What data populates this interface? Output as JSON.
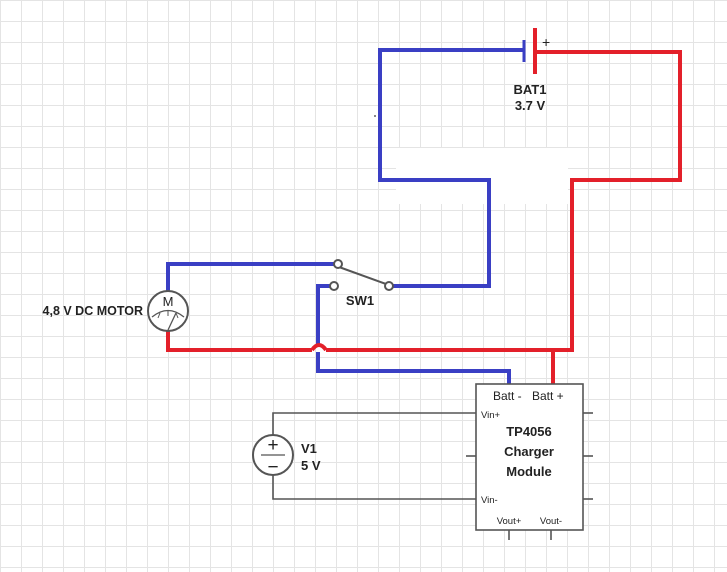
{
  "battery": {
    "ref": "BAT1",
    "value": "3.7 V",
    "plus_sign": "+"
  },
  "motor": {
    "label": "4,8 V DC MOTOR",
    "symbol": "M"
  },
  "switch": {
    "ref": "SW1"
  },
  "source": {
    "ref": "V1",
    "value": "5 V",
    "plus_sign": "+",
    "minus_sign": "−"
  },
  "module": {
    "title_line1": "TP4056",
    "title_line2": "Charger",
    "title_line3": "Module",
    "batt_minus": "Batt -",
    "batt_plus": "Batt +",
    "vin_plus": "Vin+",
    "vin_minus": "Vin-",
    "vout_plus": "Vout+",
    "vout_minus": "Vout-"
  },
  "colors": {
    "positive_wire": "#e3202a",
    "negative_wire": "#3a3fc4",
    "component": "#555555",
    "batt_minus_label": "#2a35b0",
    "batt_plus_label": "#d8202a"
  }
}
